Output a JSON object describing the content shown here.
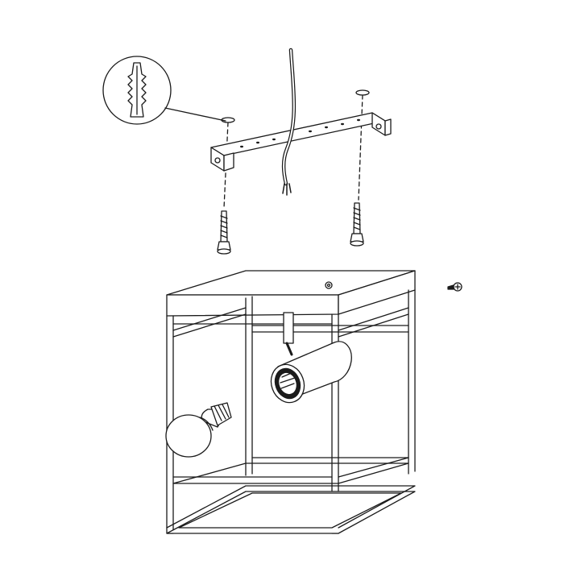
{
  "diagram": {
    "type": "assembly-instruction",
    "colors": {
      "line": "#1a1a1a",
      "fill": "#ffffff",
      "shade": "#d8d8d8"
    },
    "parts": [
      "wall-plug-detail",
      "mounting-bracket",
      "power-cable",
      "wall-screw",
      "wall-screw",
      "ceiling-lamp-frame",
      "light-bulb",
      "spotlight-socket",
      "small-screw"
    ]
  }
}
